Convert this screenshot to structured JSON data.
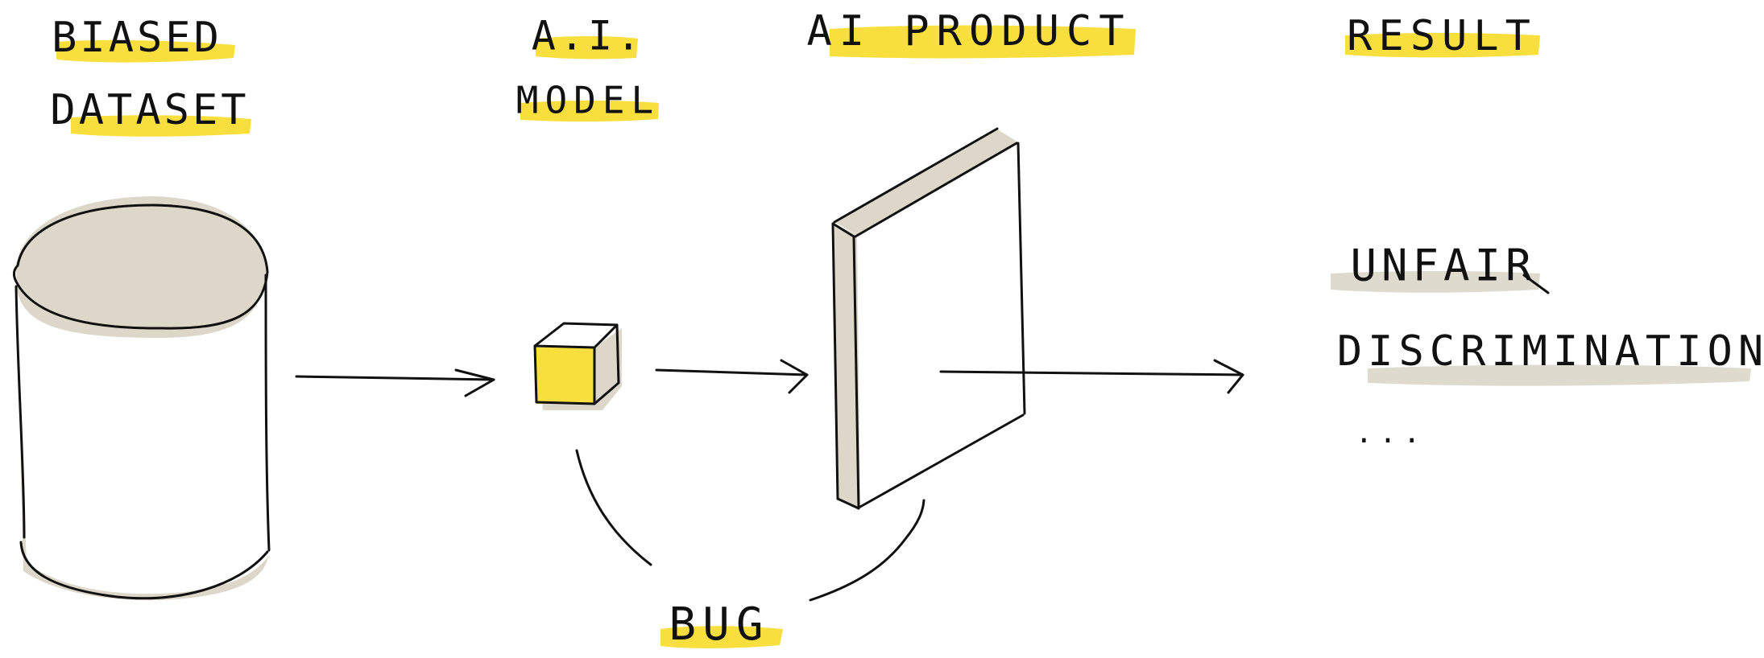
{
  "labels": {
    "dataset_line_1": "BIASED",
    "dataset_line_2": "DATASET",
    "model_line_1": "A.I.",
    "model_line_2": "MODEL",
    "product": "AI PRODUCT",
    "result": "RESULT",
    "bug": "BUG"
  },
  "results": {
    "item_1": "UNFAIR",
    "item_2": "DISCRIMINATION",
    "item_3": "..."
  },
  "colors": {
    "highlight": "#f8df3e",
    "shadow": "#ddd7ca",
    "ink": "#111111"
  }
}
